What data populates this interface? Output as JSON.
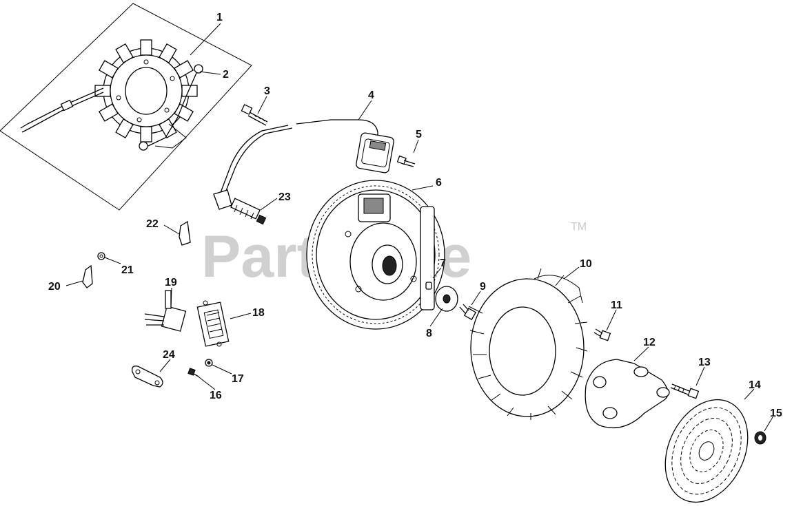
{
  "watermark": {
    "text": "PartsTree",
    "trademark": "TM"
  },
  "callouts": [
    {
      "id": "callout-1",
      "text": "1"
    },
    {
      "id": "callout-2",
      "text": "2"
    },
    {
      "id": "callout-3",
      "text": "3"
    },
    {
      "id": "callout-4",
      "text": "4"
    },
    {
      "id": "callout-5",
      "text": "5"
    },
    {
      "id": "callout-6",
      "text": "6"
    },
    {
      "id": "callout-7",
      "text": "7"
    },
    {
      "id": "callout-8",
      "text": "8"
    },
    {
      "id": "callout-9",
      "text": "9"
    },
    {
      "id": "callout-10",
      "text": "10"
    },
    {
      "id": "callout-11",
      "text": "11"
    },
    {
      "id": "callout-12",
      "text": "12"
    },
    {
      "id": "callout-13",
      "text": "13"
    },
    {
      "id": "callout-14",
      "text": "14"
    },
    {
      "id": "callout-15",
      "text": "15"
    },
    {
      "id": "callout-16",
      "text": "16"
    },
    {
      "id": "callout-17",
      "text": "17"
    },
    {
      "id": "callout-18",
      "text": "18"
    },
    {
      "id": "callout-19",
      "text": "19"
    },
    {
      "id": "callout-20",
      "text": "20"
    },
    {
      "id": "callout-21",
      "text": "21"
    },
    {
      "id": "callout-22",
      "text": "22"
    },
    {
      "id": "callout-23",
      "text": "23"
    },
    {
      "id": "callout-24",
      "text": "24"
    }
  ]
}
